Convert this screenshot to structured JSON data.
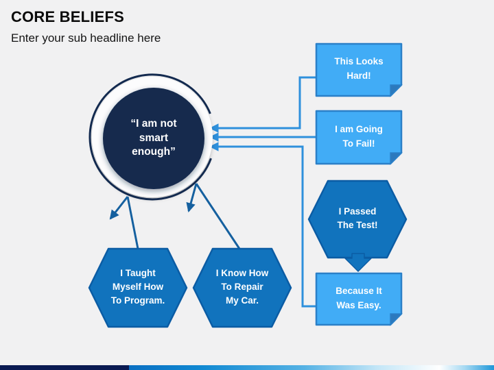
{
  "slide": {
    "title": "CORE BELIEFS",
    "subtitle": "Enter your sub headline here"
  },
  "diagram": {
    "core_belief": {
      "label": "“I am not\nsmart\nenough”"
    },
    "notes": {
      "this_looks_hard": {
        "label": "This Looks\nHard!"
      },
      "going_to_fail": {
        "label": "I am Going\nTo Fail!"
      },
      "was_easy": {
        "label": "Because It\nWas Easy."
      }
    },
    "hexagons": {
      "passed_test": {
        "label": "I Passed\nThe Test!"
      },
      "taught_myself": {
        "label": "I Taught\nMyself How\nTo Program."
      },
      "repair_car": {
        "label": "I Know How\nTo Repair\nMy Car."
      }
    }
  },
  "colors": {
    "background": "#F1F1F2",
    "core_circle": "#12294E",
    "ring_stroke": "#132A4F",
    "hexagon_fill": "#1173BD",
    "hexagon_border": "#0B5CA4",
    "note_fill": "#41ACF6",
    "note_border": "#2B80C8",
    "connector_light": "#2E90DC",
    "connector_dark": "#15609F",
    "bar_navy": "#0A1A52",
    "bar_blue": "#1189D2"
  }
}
